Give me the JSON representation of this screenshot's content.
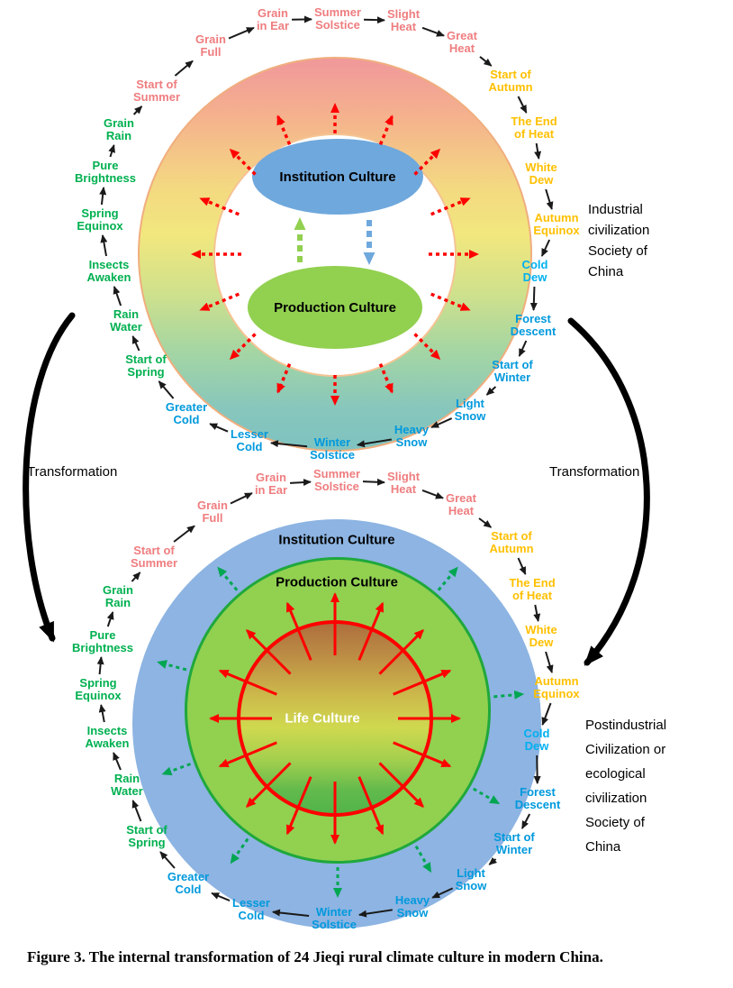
{
  "caption": "Figure 3. The internal transformation of 24 Jieqi rural climate culture in modern China.",
  "transformation": {
    "left_label": "Transformation",
    "right_label": "Transformation"
  },
  "top_diagram": {
    "institution_label": "Institution Culture",
    "production_label": "Production Culture",
    "society_label": "Industrial\ncivilization\nSociety of\nChina"
  },
  "bottom_diagram": {
    "institution_label": "Institution Culture",
    "production_label": "Production Culture",
    "life_label": "Life Culture",
    "society_label": "Postindustrial\nCivilization or\necological\ncivilization\nSociety of\nChina"
  },
  "palette": {
    "institution_ellipse_blue": "#6fa8dc",
    "production_green": "#92d050",
    "bottom_circle_blue": "#8db4e2",
    "life_border_red": "#fe0000",
    "arrow_red": "#ff0000",
    "arrow_green": "#00a651",
    "exchange_green": "#92d050",
    "exchange_blue": "#6fa8dc",
    "connector_black": "#1a1a1a"
  },
  "solar_terms": [
    {
      "label": "Summer\nSolstice",
      "color": "#ef7d7f"
    },
    {
      "label": "Slight\nHeat",
      "color": "#ef7d7f"
    },
    {
      "label": "Great\nHeat",
      "color": "#ef7d7f"
    },
    {
      "label": "Start of\nAutumn",
      "color": "#ffc000"
    },
    {
      "label": "The End\nof Heat",
      "color": "#ffc000"
    },
    {
      "label": "White\nDew",
      "color": "#ffc000"
    },
    {
      "label": "Autumn\nEquinox",
      "color": "#ffc000"
    },
    {
      "label": "Cold\nDew",
      "color": "#00b0f0"
    },
    {
      "label": "Forest\nDescent",
      "color": "#0099dd"
    },
    {
      "label": "Start of\nWinter",
      "color": "#0099dd"
    },
    {
      "label": "Light\nSnow",
      "color": "#0099dd"
    },
    {
      "label": "Heavy\nSnow",
      "color": "#0099dd"
    },
    {
      "label": "Winter\nSolstice",
      "color": "#0099dd"
    },
    {
      "label": "Lesser\nCold",
      "color": "#0099dd"
    },
    {
      "label": "Greater\nCold",
      "color": "#0099dd"
    },
    {
      "label": "Start of\nSpring",
      "color": "#00b050"
    },
    {
      "label": "Rain\nWater",
      "color": "#00b050"
    },
    {
      "label": "Insects\nAwaken",
      "color": "#00b050"
    },
    {
      "label": "Spring\nEquinox",
      "color": "#00b050"
    },
    {
      "label": "Pure\nBrightness",
      "color": "#00b050"
    },
    {
      "label": "Grain\nRain",
      "color": "#00b050"
    },
    {
      "label": "Start of\nSummer",
      "color": "#ef7d7f"
    },
    {
      "label": "Grain\nFull",
      "color": "#ef7d7f"
    },
    {
      "label": "Grain\nin Ear",
      "color": "#ef7d7f"
    }
  ]
}
